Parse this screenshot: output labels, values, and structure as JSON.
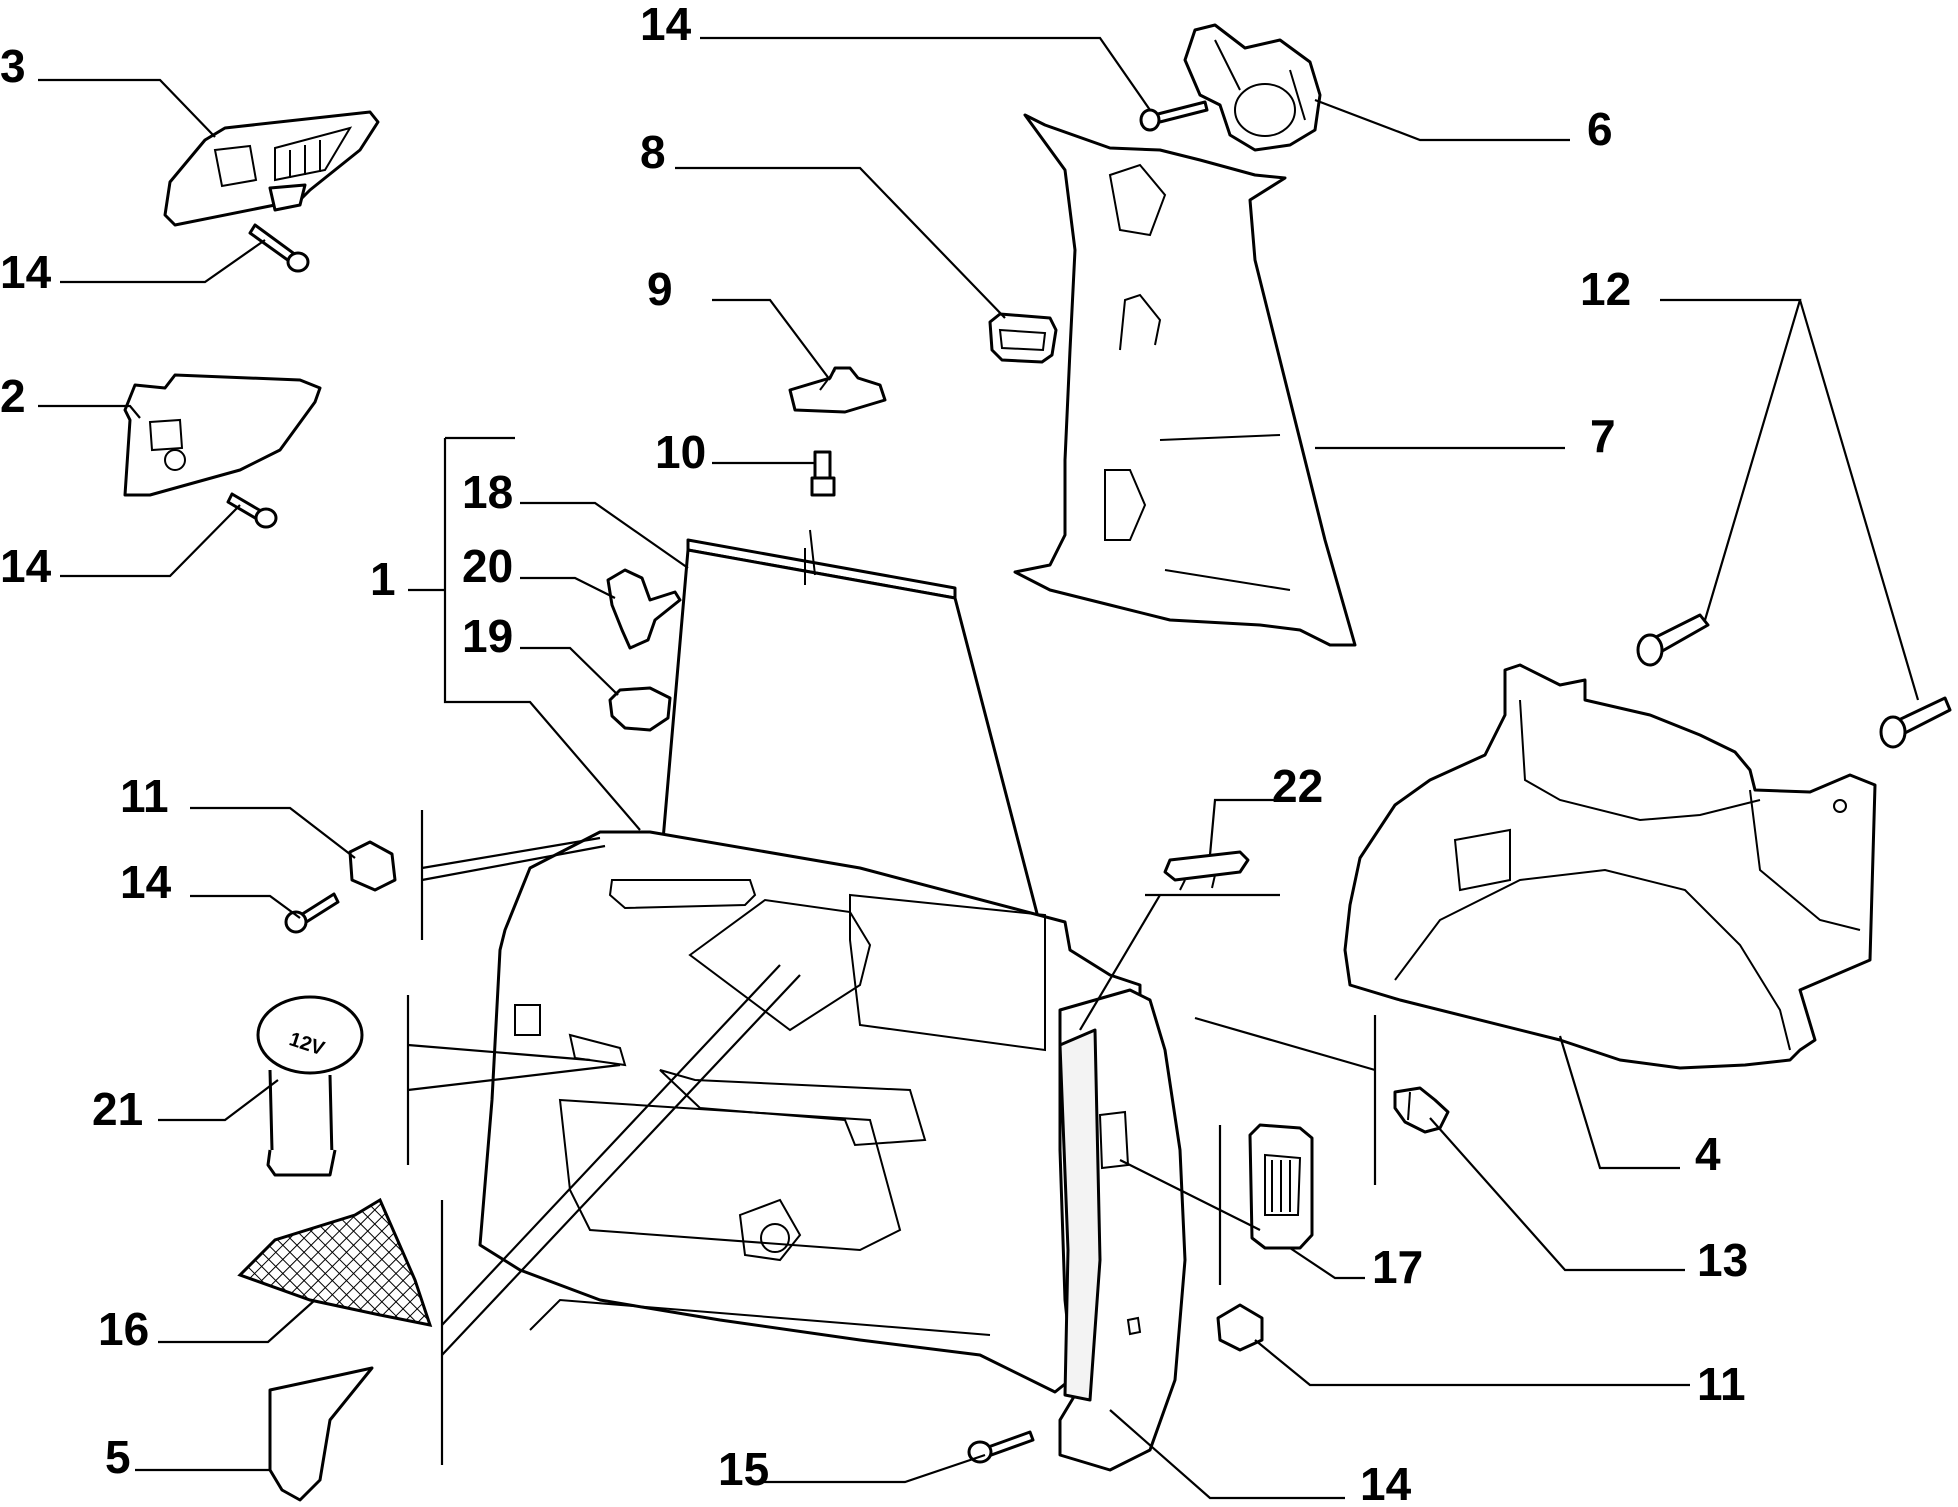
{
  "diagram": {
    "callouts": [
      {
        "id": "c1",
        "label": "1"
      },
      {
        "id": "c2",
        "label": "2"
      },
      {
        "id": "c3",
        "label": "3"
      },
      {
        "id": "c4",
        "label": "4"
      },
      {
        "id": "c5",
        "label": "5"
      },
      {
        "id": "c6",
        "label": "6"
      },
      {
        "id": "c7",
        "label": "7"
      },
      {
        "id": "c8",
        "label": "8"
      },
      {
        "id": "c9",
        "label": "9"
      },
      {
        "id": "c10",
        "label": "10"
      },
      {
        "id": "c11a",
        "label": "11"
      },
      {
        "id": "c11b",
        "label": "11"
      },
      {
        "id": "c12",
        "label": "12"
      },
      {
        "id": "c13",
        "label": "13"
      },
      {
        "id": "c14a",
        "label": "14"
      },
      {
        "id": "c14b",
        "label": "14"
      },
      {
        "id": "c14c",
        "label": "14"
      },
      {
        "id": "c14d",
        "label": "14"
      },
      {
        "id": "c14e",
        "label": "14"
      },
      {
        "id": "c15",
        "label": "15"
      },
      {
        "id": "c16",
        "label": "16"
      },
      {
        "id": "c17",
        "label": "17"
      },
      {
        "id": "c18",
        "label": "18"
      },
      {
        "id": "c19",
        "label": "19"
      },
      {
        "id": "c20",
        "label": "20"
      },
      {
        "id": "c21",
        "label": "21"
      },
      {
        "id": "c22",
        "label": "22"
      }
    ],
    "socket_marking": "12V"
  }
}
